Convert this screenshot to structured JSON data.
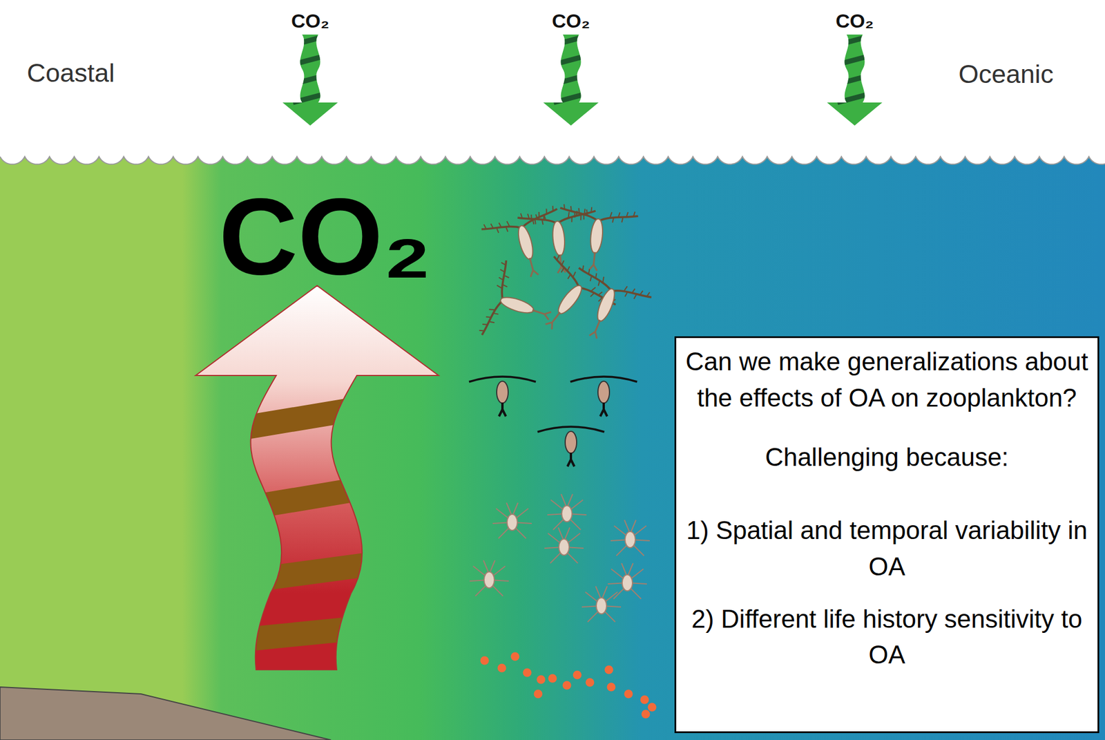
{
  "diagram": {
    "nodes": [
      {
        "text": [
          "Can we make generalizations about the effects of OA on zooplankton?",
          "Challenging because:",
          "1) Spatial and temporal variability in OA",
          "2) Different life history sensitivity to OA"
        ]
      }
    ],
    "labels": [
      "Coastal",
      "CO₂",
      "CO₂",
      "CO₂",
      "Oceanic",
      "CO₂"
    ]
  }
}
